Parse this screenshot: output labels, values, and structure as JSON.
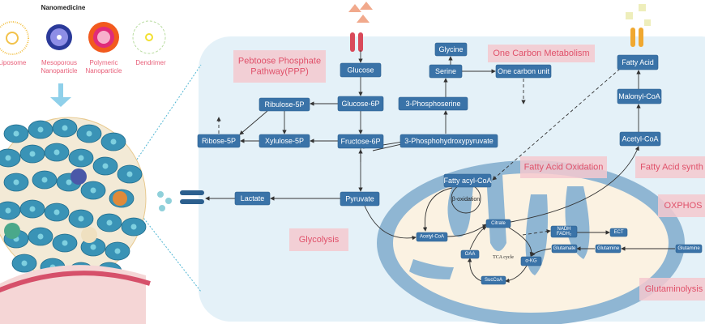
{
  "nanomedicine": {
    "title": "Nanomedicine",
    "items": [
      "Liposome",
      "Mesoporous\nNanoparticle",
      "Polymeric\nNanoparticle",
      "Dendrimer"
    ]
  },
  "pathway_labels": {
    "ppp": "Pebtoose Phosphate\nPathway(PPP)",
    "one_carbon": "One Carbon Metabolism",
    "fao": "Fatty Acid Oxidation",
    "fas": "Fatty Acid synth",
    "oxphos": "OXPHOS",
    "glycolysis": "Glycolysis",
    "glutaminolysis": "Glutaminolysis"
  },
  "nodes": {
    "glucose": "Glucose",
    "g6p": "Glucose-6P",
    "f6p": "Fructose-6P",
    "pyruvate": "Pyruvate",
    "lactate": "Lactate",
    "ribulose": "Ribulose-5P",
    "xylulose": "Xylulose-5P",
    "ribose": "Ribose-5P",
    "glycine": "Glycine",
    "serine": "Serine",
    "one_carbon_unit": "One carbon unit",
    "phosphoserine": "3-Phosphoserine",
    "phph": "3-Phosphohydroxypyruvate",
    "fatty_acid": "Fatty Acid",
    "malonyl": "Malonyl-CoA",
    "acetyl_cyto": "Acetyl-CoA",
    "fatty_acyl": "Fatty acyl-CoA",
    "acetyl_mito": "Acetyl-CoA",
    "citrate": "Citrate",
    "nadh": "NADH\nFADH₂",
    "ect": "ECT",
    "glutamate": "Glutamate",
    "glutamine_in": "Glutamine",
    "glutamine_out": "Glutamine",
    "oaa": "OAA",
    "akg": "α-KG",
    "succoa": "SucCoA"
  },
  "beta_oxidation": "β-oxidation",
  "tca_cycle": "TCA cycle",
  "colors": {
    "node": "#3a73a8",
    "panel": "#e4f1f8",
    "mito": "#8fb6d3",
    "label_bg": "#f5c9cf",
    "label_text": "#e0516a"
  }
}
